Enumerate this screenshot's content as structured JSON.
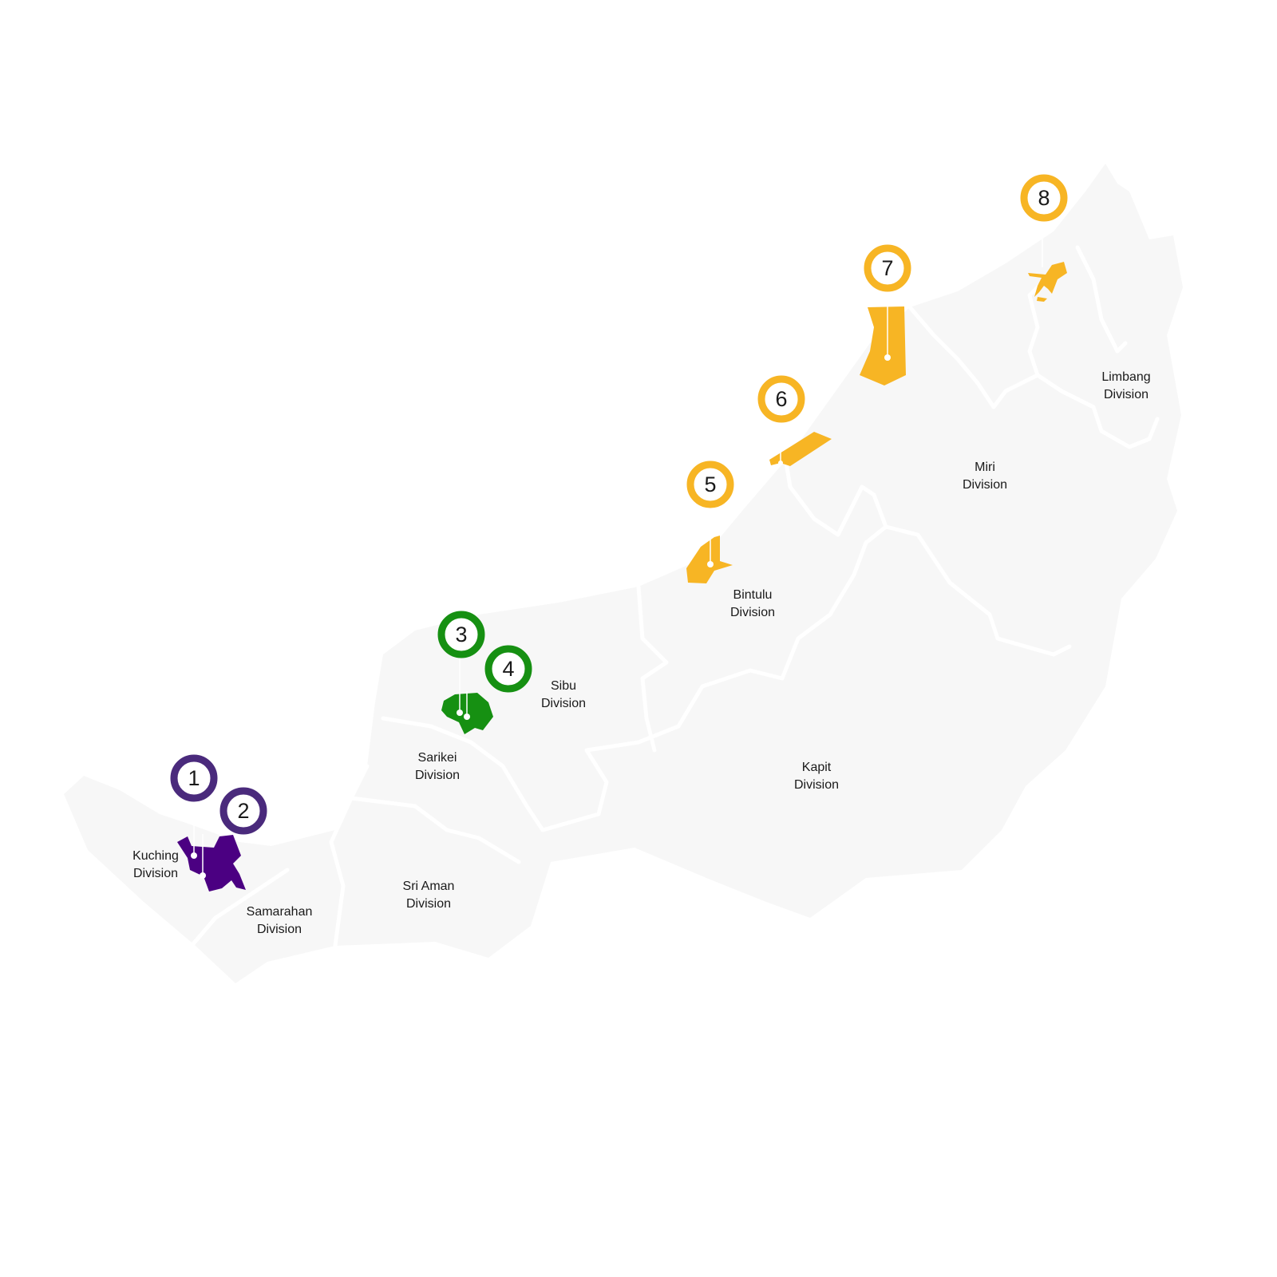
{
  "colors": {
    "land": "#f7f7f7",
    "purple_ring": "#4a2a7c",
    "purple_fill": "#4b0082",
    "green": "#169012",
    "yellow": "#f7b524"
  },
  "divisions": [
    {
      "line1": "Kuching",
      "line2": "Division"
    },
    {
      "line1": "Samarahan",
      "line2": "Division"
    },
    {
      "line1": "Sri Aman",
      "line2": "Division"
    },
    {
      "line1": "Sarikei",
      "line2": "Division"
    },
    {
      "line1": "Sibu",
      "line2": "Division"
    },
    {
      "line1": "Bintulu",
      "line2": "Division"
    },
    {
      "line1": "Kapit",
      "line2": "Division"
    },
    {
      "line1": "Miri",
      "line2": "Division"
    },
    {
      "line1": "Limbang",
      "line2": "Division"
    }
  ],
  "markers": [
    {
      "number": "1",
      "color": "purple"
    },
    {
      "number": "2",
      "color": "purple"
    },
    {
      "number": "3",
      "color": "green"
    },
    {
      "number": "4",
      "color": "green"
    },
    {
      "number": "5",
      "color": "yellow"
    },
    {
      "number": "6",
      "color": "yellow"
    },
    {
      "number": "7",
      "color": "yellow"
    },
    {
      "number": "8",
      "color": "yellow"
    }
  ]
}
